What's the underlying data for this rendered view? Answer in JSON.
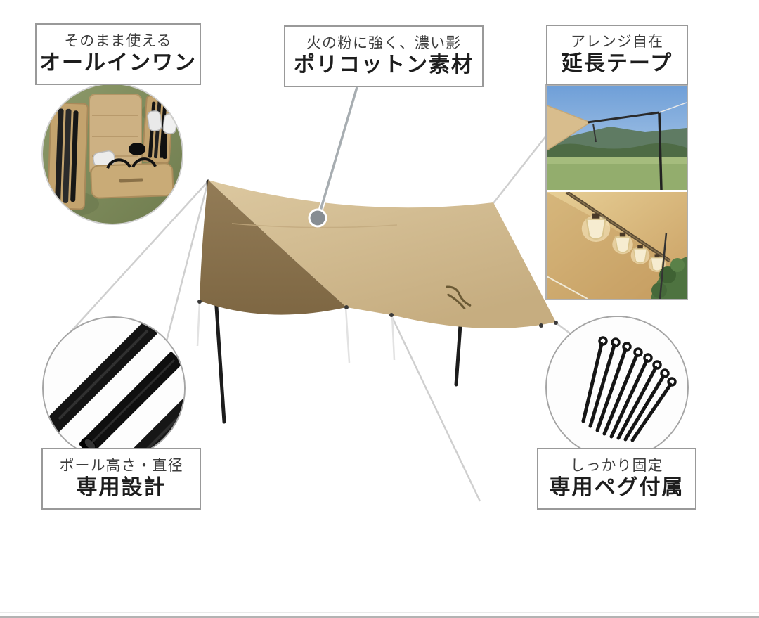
{
  "product_feature_callouts": {
    "all_in_one": {
      "subtitle": "そのまま使える",
      "title": "オールインワン"
    },
    "polycotton": {
      "subtitle": "火の粉に強く、濃い影",
      "title": "ポリコットン素材"
    },
    "extension_tape": {
      "subtitle": "アレンジ自在",
      "title": "延長テープ"
    },
    "pole_design": {
      "subtitle": "ポール高さ・直径",
      "title": "専用設計"
    },
    "pegs_included": {
      "subtitle": "しっかり固定",
      "title": "専用ペグ付属"
    }
  },
  "images": {
    "package_contents_photo": "all-in-one package contents laid on grass (poles, folded tarp, pegs, ropes, carry bag)",
    "main_tarp_photo": "tan polycotton hexagonal tarp pitched with two black poles and white guy ropes",
    "extension_tape_photo_top": "tarp corner extended with black tape and pole against sky and mountains",
    "extension_tape_photo_bottom": "lanterns hanging from extension tape under the tan tarp",
    "pole_closeup_photo": "black aluminum pole sections close-up",
    "peg_closeup_photo": "set of black steel tent pegs fanned out"
  },
  "colors": {
    "tarp_light": "#d3bc93",
    "tarp_shadow": "#8b7450",
    "box_border": "#999999",
    "callout_line": "#a7adb1",
    "callout_dot": "#878d92",
    "grass": "#87945f",
    "sky": "#6f9fd8",
    "pole_black": "#1c1c1c",
    "bottom_edge": "#b3b3b3"
  }
}
